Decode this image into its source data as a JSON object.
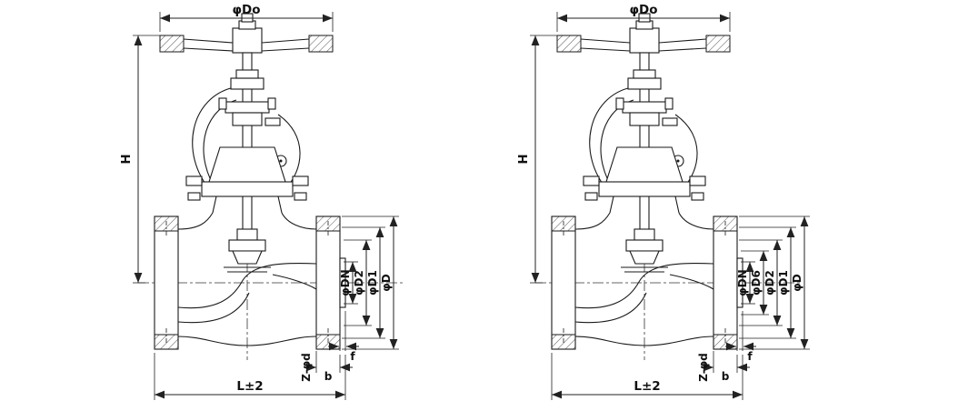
{
  "diagram": {
    "left": {
      "labels": {
        "do": "φDo",
        "h": "H",
        "dn": "φDN",
        "d2": "φD2",
        "d1": "φD1",
        "d": "φD",
        "l": "L±2",
        "z": "Z-φd",
        "b": "b",
        "f": "f"
      }
    },
    "right": {
      "labels": {
        "do": "φDo",
        "h": "H",
        "dn": "φDN",
        "d6": "φD6",
        "d2": "φD2",
        "d1": "φD1",
        "d": "φD",
        "l": "L±2",
        "z": "Z-φd",
        "b": "b",
        "f": "f"
      }
    },
    "colors": {
      "line": "#1a1a1a",
      "background": "#ffffff"
    }
  }
}
